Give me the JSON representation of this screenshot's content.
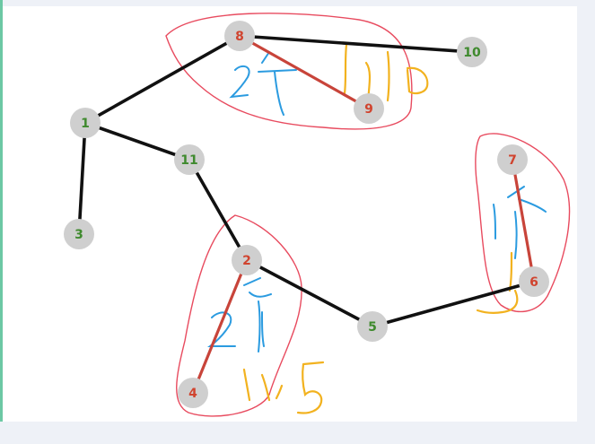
{
  "colors": {
    "node_fill": "#cfcfcf",
    "label_green": "#3f8a2e",
    "label_red": "#d0442f",
    "black_edge": "#111111",
    "red_edge": "#c8443a",
    "pink_annotation": "#e84b5f",
    "blue_annotation": "#2b9be0",
    "orange_annotation": "#f2b21f"
  },
  "nodes": [
    {
      "id": "1",
      "label": "1",
      "color": "green"
    },
    {
      "id": "3",
      "label": "3",
      "color": "green"
    },
    {
      "id": "8",
      "label": "8",
      "color": "red"
    },
    {
      "id": "9",
      "label": "9",
      "color": "red"
    },
    {
      "id": "10",
      "label": "10",
      "color": "green"
    },
    {
      "id": "11",
      "label": "11",
      "color": "green"
    },
    {
      "id": "2",
      "label": "2",
      "color": "red"
    },
    {
      "id": "4",
      "label": "4",
      "color": "red"
    },
    {
      "id": "5",
      "label": "5",
      "color": "green"
    },
    {
      "id": "7",
      "label": "7",
      "color": "red"
    },
    {
      "id": "6",
      "label": "6",
      "color": "red"
    }
  ],
  "edges": [
    {
      "from": "1",
      "to": "8",
      "color": "black"
    },
    {
      "from": "8",
      "to": "10",
      "color": "black"
    },
    {
      "from": "8",
      "to": "9",
      "color": "red"
    },
    {
      "from": "1",
      "to": "3",
      "color": "black"
    },
    {
      "from": "1",
      "to": "11",
      "color": "black"
    },
    {
      "from": "11",
      "to": "2",
      "color": "black"
    },
    {
      "from": "2",
      "to": "4",
      "color": "red"
    },
    {
      "from": "2",
      "to": "5",
      "color": "black"
    },
    {
      "from": "5",
      "to": "6",
      "color": "black"
    },
    {
      "from": "7",
      "to": "6",
      "color": "red"
    }
  ]
}
